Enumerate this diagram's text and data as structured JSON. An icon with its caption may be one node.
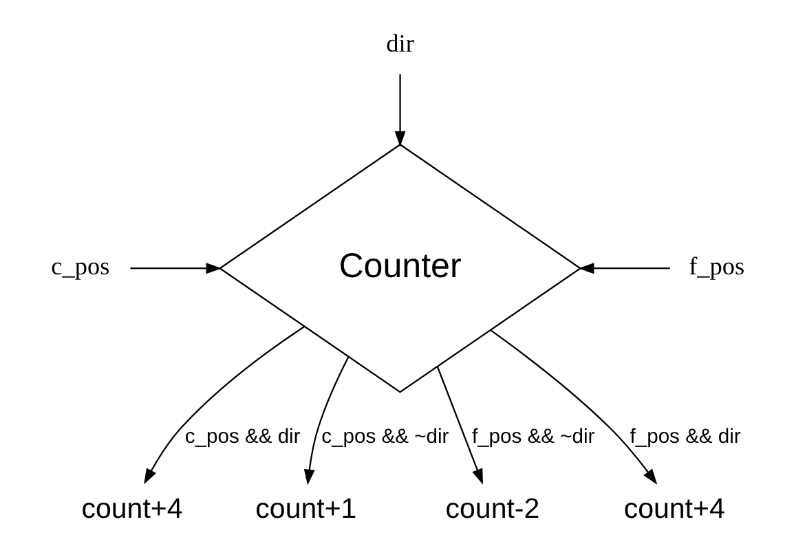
{
  "diagram": {
    "nodes": [
      {
        "text": [
          "dir"
        ]
      },
      {
        "text": [
          "c_pos"
        ]
      },
      {
        "text": [
          "Counter"
        ]
      },
      {
        "text": [
          "f_pos"
        ]
      },
      {
        "text": [
          "count+4"
        ]
      },
      {
        "text": [
          "count+1"
        ]
      },
      {
        "text": [
          "count-2"
        ]
      },
      {
        "text": [
          "count+4"
        ]
      }
    ],
    "edges": [
      {
        "from": 0,
        "to": 2,
        "arrow": "to"
      },
      {
        "from": 1,
        "to": 2,
        "arrow": "to"
      },
      {
        "from": 3,
        "to": 2,
        "arrow": "to"
      },
      {
        "from": 2,
        "to": 4,
        "arrow": "to",
        "label": "c_pos && dir"
      },
      {
        "from": 2,
        "to": 5,
        "arrow": "to",
        "label": "c_pos && ~dir"
      },
      {
        "from": 2,
        "to": 6,
        "arrow": "to",
        "label": "f_pos && ~dir"
      },
      {
        "from": 2,
        "to": 7,
        "arrow": "to",
        "label": "f_pos && dir"
      }
    ]
  }
}
